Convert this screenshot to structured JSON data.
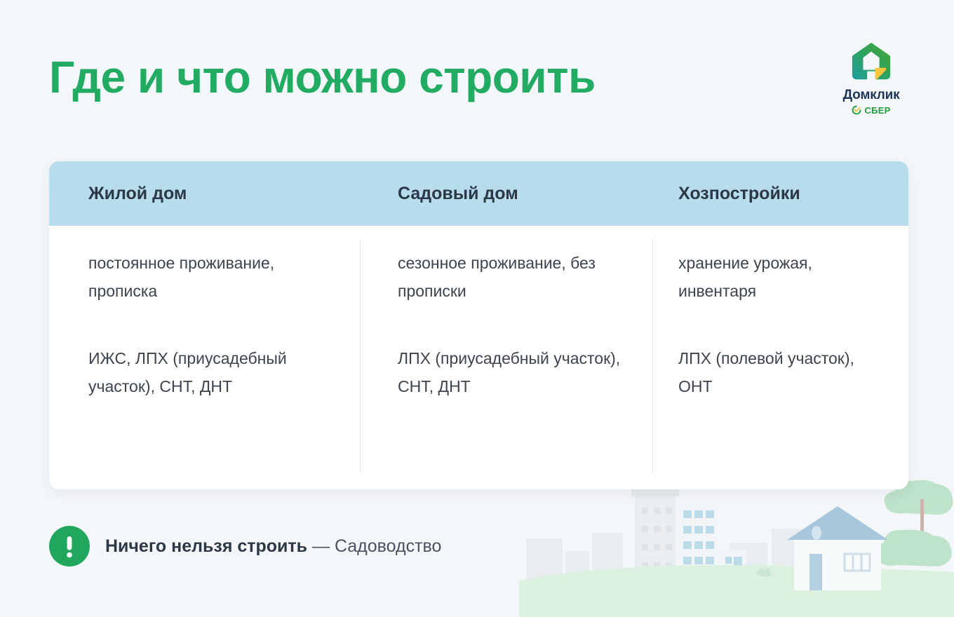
{
  "page": {
    "title": "Где и что можно строить",
    "background_color": "#f4f7f9",
    "accent_green": "#22ab63"
  },
  "brand": {
    "logo_icon": "domklik-house-logo-icon",
    "name": "Домклик",
    "partner_icon": "sber-circle-icon",
    "partner": "СБЕР"
  },
  "table": {
    "header_color": "#b7dcec",
    "columns": [
      {
        "header": "Жилой дом",
        "usage": "постоянное проживание, прописка",
        "land_types": "ИЖС, ЛПХ (приусадебный участок), СНТ, ДНТ"
      },
      {
        "header": "Садовый дом",
        "usage": "сезонное проживание, без прописки",
        "land_types": "ЛПХ (приусадебный участок), СНТ, ДНТ"
      },
      {
        "header": "Хозпостройки",
        "usage": "хранение урожая, инвентаря",
        "land_types": "ЛПХ (полевой участок), ОНТ"
      }
    ]
  },
  "footnote": {
    "icon": "exclamation-circle-icon",
    "icon_color": "#21a75d",
    "strong_text": "Ничего нельзя строить",
    "separator": " — ",
    "rest_text": "Садоводство"
  },
  "illustration": {
    "name": "city-and-house-skyline-illustration",
    "description": "faded city buildings, house with pitched roof, trees and green hill"
  }
}
